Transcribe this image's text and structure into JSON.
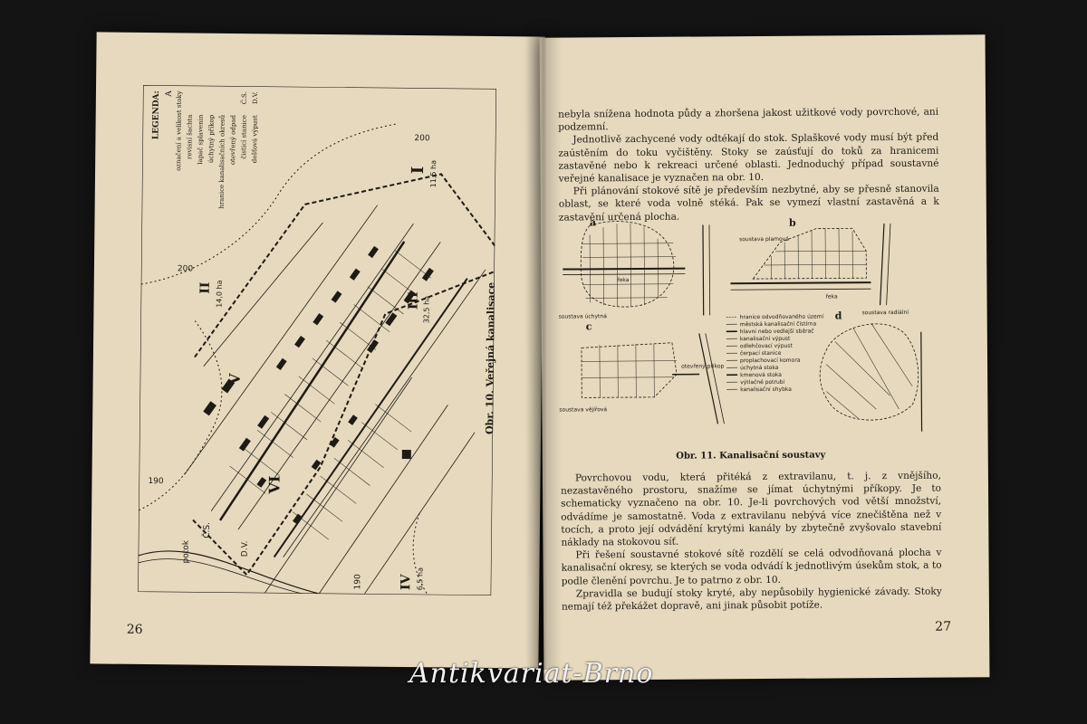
{
  "left_page": {
    "page_number": "26",
    "figure_caption": "Obr. 10. Veřejná kanalisace",
    "legend": {
      "title": "LEGENDA:",
      "items": [
        "označení a velikost stoky",
        "revisní šachta",
        "lapač splavenin",
        "úchytný příkop",
        "hranice kanalisačních okresů",
        "otevřený odpad",
        "čisticí stanice",
        "dešťová výpust"
      ],
      "abbrev": [
        "A",
        "Č.S.",
        "D.V."
      ]
    },
    "map_labels": {
      "districts": [
        "I",
        "II",
        "III",
        "IV",
        "V",
        "VI"
      ],
      "areas": [
        "11,5 ha",
        "14,0 ha",
        "32,5 ha",
        "6,5 ha"
      ],
      "contours": [
        "200",
        "190"
      ],
      "stream": "potok",
      "station": "Č.S.",
      "outlet": "D.V."
    }
  },
  "right_page": {
    "page_number": "27",
    "para1": "nebyla snížena hodnota půdy a zhoršena jakost užitkové vody povrchové, ani podzemní.",
    "para2": "Jednotlivě zachycené vody odtékají do stok. Splaškové vody musí být před zaústěním do toku vyčištěny. Stoky se zaúsťují do toků za hranicemi zastavěné nebo k rekreaci určené oblasti. Jednoduchý případ soustavné veřejné kanalisace je vyznačen na obr. 10.",
    "para3": "Při plánování stokové sítě je především nezbytné, aby se přesně stanovila oblast, se které voda volně stéká. Pak se vymezí vlastní zastavěná a k zastavění určená plocha.",
    "figure11": {
      "caption": "Obr. 11. Kanalisační soustavy",
      "panel_letters": [
        "a",
        "b",
        "c",
        "d"
      ],
      "labels": {
        "a": "soustava úchytná",
        "b": "soustava plamová",
        "c": "soustava vějířová",
        "d": "soustava radiální",
        "river": "řeka",
        "ditch": "otevřený příkop"
      },
      "legend": [
        "hranice odvodňovaného území",
        "městská kanalisační čistírna",
        "hlavní nebo vedlejší sběrač",
        "kanalisační výpust",
        "odlehčovací výpust",
        "čerpací stanice",
        "proplachovací komora",
        "úchytná stoka",
        "kmenová stoka",
        "výtlačné potrubí",
        "kanalisační shybka"
      ]
    },
    "para4": "Povrchovou vodu, která přitéká z extravilanu, t. j. z vnějšího, nezastavěného prostoru, snažíme se jímat úchytnými příkopy. Je to schematicky vyznačeno na obr. 10. Je-li povrchových vod větší množství, odvádíme je samostatně. Voda z extravilanu nebývá více znečištěna než v tocích, a proto její odvádění krytými kanály by zbytečně zvyšovalo stavební náklady na stokovou síť.",
    "para5": "Při řešení soustavné stokové sítě rozdělí se celá odvodňovaná plocha v kanalisační okresy, se kterých se voda odvádí k jednotlivým úsekům stok, a to podle členění povrchu. Je to patrno z obr. 10.",
    "para6": "Zpravidla se budují stoky kryté, aby nepůsobily hygienické závady. Stoky nemají též překážet dopravě, ani jinak působit potíže."
  },
  "watermark": "Antikvariat-Brno"
}
